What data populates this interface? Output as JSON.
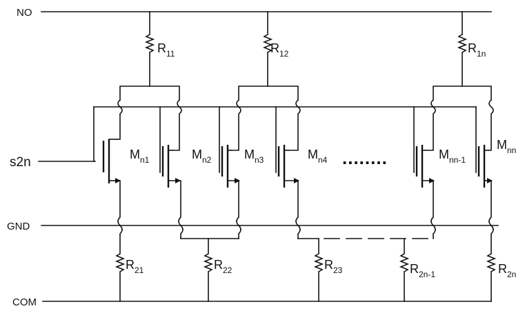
{
  "rails": {
    "no": "NO",
    "gnd": "GND",
    "com": "COM",
    "input": "s2n"
  },
  "top_resistors": [
    {
      "main": "R",
      "sub": "11"
    },
    {
      "main": "R",
      "sub": "12"
    },
    {
      "main": "R",
      "sub": "1n"
    }
  ],
  "transistors": [
    {
      "main": "M",
      "sub": "n1"
    },
    {
      "main": "M",
      "sub": "n2"
    },
    {
      "main": "M",
      "sub": "n3"
    },
    {
      "main": "M",
      "sub": "n4"
    },
    {
      "main": "M",
      "sub": "nn-1"
    },
    {
      "main": "M",
      "sub": "nn"
    }
  ],
  "bottom_resistors": [
    {
      "main": "R",
      "sub": "21"
    },
    {
      "main": "R",
      "sub": "22"
    },
    {
      "main": "R",
      "sub": "23"
    },
    {
      "main": "R",
      "sub": "2n-1"
    },
    {
      "main": "R",
      "sub": "2n"
    }
  ],
  "ellipsis": "........"
}
